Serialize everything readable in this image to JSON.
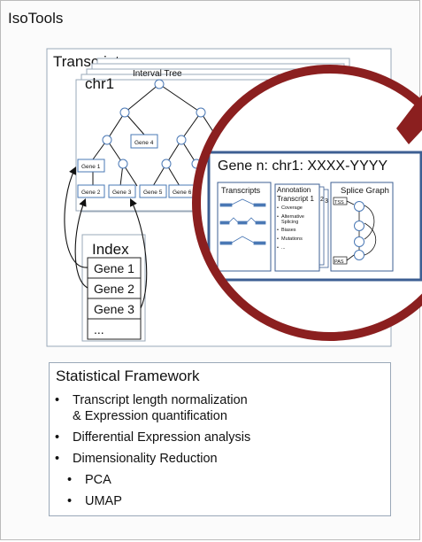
{
  "outer": {
    "title": "IsoTools"
  },
  "transcriptome": {
    "title": "Transcriptome",
    "chrom": "chr1",
    "tree_label": "Interval Tree"
  },
  "tree_genes": {
    "g1": "Gene 1",
    "g2": "Gene 2",
    "g3": "Gene 3",
    "g4": "Gene 4",
    "g5": "Gene 5",
    "g6": "Gene 6"
  },
  "index": {
    "title": "Index",
    "items": [
      "Gene 1",
      "Gene 2",
      "Gene 3",
      "..."
    ]
  },
  "zoom": {
    "title": "Gene n: chr1: XXXX-YYYY",
    "transcripts_title": "Transcripts",
    "annotation_title": "Annotation",
    "annotation_sub": "Transcript 1",
    "annotation_items": [
      "Coverage",
      "Alternative",
      "Splicing",
      "Biases",
      "Mutations",
      "..."
    ],
    "stack_numbers": [
      "2",
      "3"
    ],
    "splice_title": "Splice Graph",
    "tss": "TSS",
    "pas": "PAS"
  },
  "stats": {
    "title": "Statistical Framework",
    "items": [
      {
        "lines": [
          "Transcript length normalization",
          "& Expression quantification"
        ]
      },
      {
        "lines": [
          "Differential Expression analysis"
        ]
      },
      {
        "lines": [
          "Dimensionality Reduction"
        ]
      },
      {
        "lines": [
          "PCA"
        ]
      },
      {
        "lines": [
          "UMAP"
        ]
      }
    ]
  },
  "colors": {
    "magnifier": "#8b1f1f",
    "panel_border": "#3d5f93",
    "exon": "#4a78b5",
    "box_border": "#9aa8b8"
  }
}
